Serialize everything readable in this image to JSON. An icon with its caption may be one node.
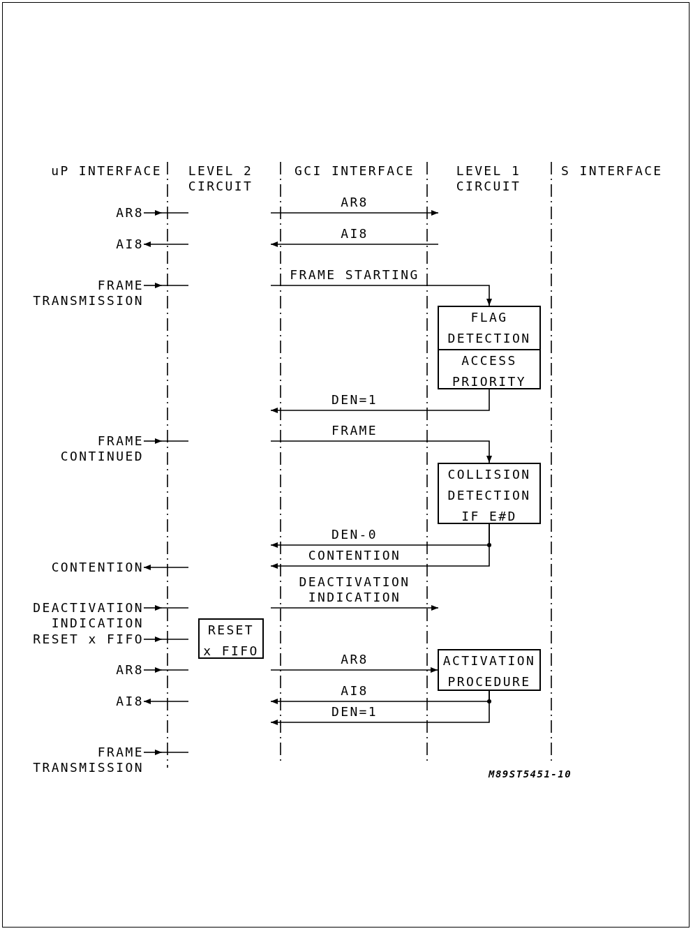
{
  "diagram": {
    "nodes": [
      {
        "text": [
          "AR8"
        ]
      },
      {
        "text": [
          "AI8"
        ]
      },
      {
        "text": [
          "FRAME TRANSMISSION"
        ]
      },
      {
        "text": [
          "FLAG DETECTION",
          "ACCESS PRIORITY"
        ]
      },
      {
        "text": [
          "FRAME CONTINUED"
        ]
      },
      {
        "text": [
          "COLLISION DETECTION IF E#D"
        ]
      },
      {
        "text": [
          "CONTENTION"
        ]
      },
      {
        "text": [
          "DEACTIVATION INDICATION"
        ]
      },
      {
        "text": [
          "RESET x FIFO"
        ]
      },
      {
        "text": [
          "RESET x FIFO"
        ]
      },
      {
        "text": [
          "ACTIVATION PROCEDURE"
        ]
      },
      {
        "text": [
          "AR8"
        ]
      },
      {
        "text": [
          "AI8"
        ]
      },
      {
        "text": [
          "FRAME TRANSMISSION"
        ]
      }
    ],
    "edges": [
      {
        "from": 0,
        "to": null,
        "arrow": "to"
      },
      {
        "from": null,
        "to": 1,
        "arrow": "to"
      },
      {
        "from": 2,
        "to": null,
        "arrow": "to"
      },
      {
        "from": null,
        "to": 3,
        "arrow": "to",
        "label": "FRAME STARTING"
      },
      {
        "from": 3,
        "to": null,
        "arrow": "to",
        "label": "DEN=1"
      },
      {
        "from": 4,
        "to": null,
        "arrow": "to"
      },
      {
        "from": null,
        "to": 5,
        "arrow": "to",
        "label": "FRAME"
      },
      {
        "from": 5,
        "to": null,
        "arrow": "to",
        "label": "DEN-0"
      },
      {
        "from": 5,
        "to": null,
        "arrow": "to",
        "label": "CONTENTION"
      },
      {
        "from": null,
        "to": 6,
        "arrow": "to"
      },
      {
        "from": 7,
        "to": null,
        "arrow": "to"
      },
      {
        "from": 9,
        "to": null,
        "arrow": "to"
      },
      {
        "from": 11,
        "to": null,
        "arrow": "to"
      },
      {
        "from": null,
        "to": 10,
        "arrow": "to",
        "label": "AR8"
      },
      {
        "from": 10,
        "to": null,
        "arrow": "to",
        "label": "AI8"
      },
      {
        "from": 10,
        "to": null,
        "arrow": "to",
        "label": "DEN=1"
      },
      {
        "from": null,
        "to": 12,
        "arrow": "to"
      },
      {
        "from": 13,
        "to": null,
        "arrow": "to"
      }
    ],
    "labels": [
      "uP INTERFACE",
      "LEVEL 2 CIRCUIT",
      "GCI INTERFACE",
      "LEVEL 1 CIRCUIT",
      "S INTERFACE",
      "AR8",
      "AI8",
      "DEACTIVATION INDICATION",
      "M89ST5451-10"
    ]
  }
}
